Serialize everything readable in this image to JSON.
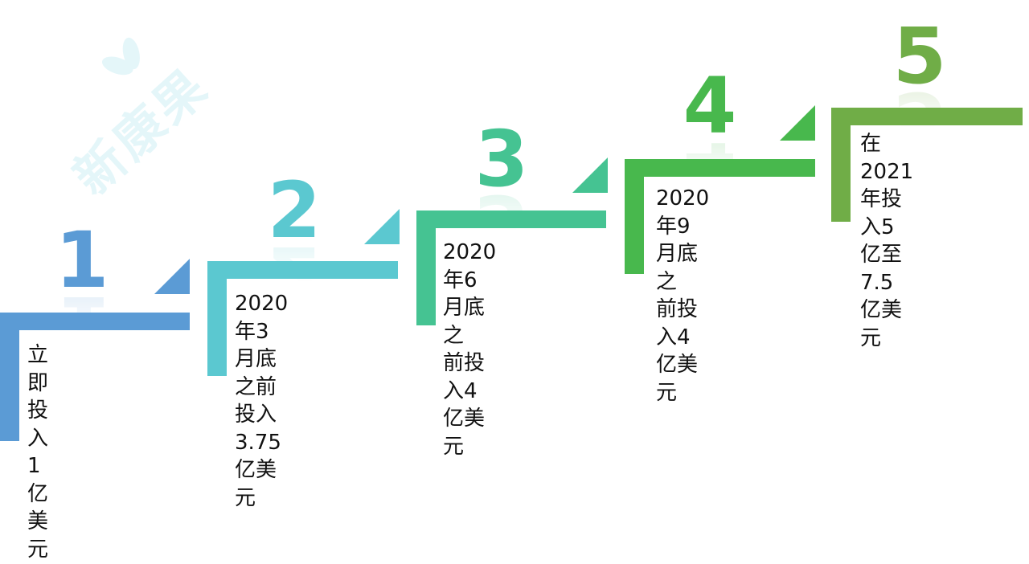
{
  "watermark": {
    "text": "新康果"
  },
  "steps": [
    {
      "number": "1",
      "line1": "立即投入1亿美",
      "line2": "元",
      "color": "#5b9bd5"
    },
    {
      "number": "2",
      "line1": "2020年3月底之前",
      "line2": "投入3.75亿美元",
      "color": "#5bc8d0"
    },
    {
      "number": "3",
      "line1": "2020年6月底之",
      "line2": "前投入4亿美元",
      "color": "#45c392"
    },
    {
      "number": "4",
      "line1": "2020年9月底之",
      "line2": "前投入4亿美元",
      "color": "#48b84d"
    },
    {
      "number": "5",
      "line1": "在2021年投入5",
      "line2": "亿至7.5亿美元",
      "color": "#70ad47"
    }
  ]
}
